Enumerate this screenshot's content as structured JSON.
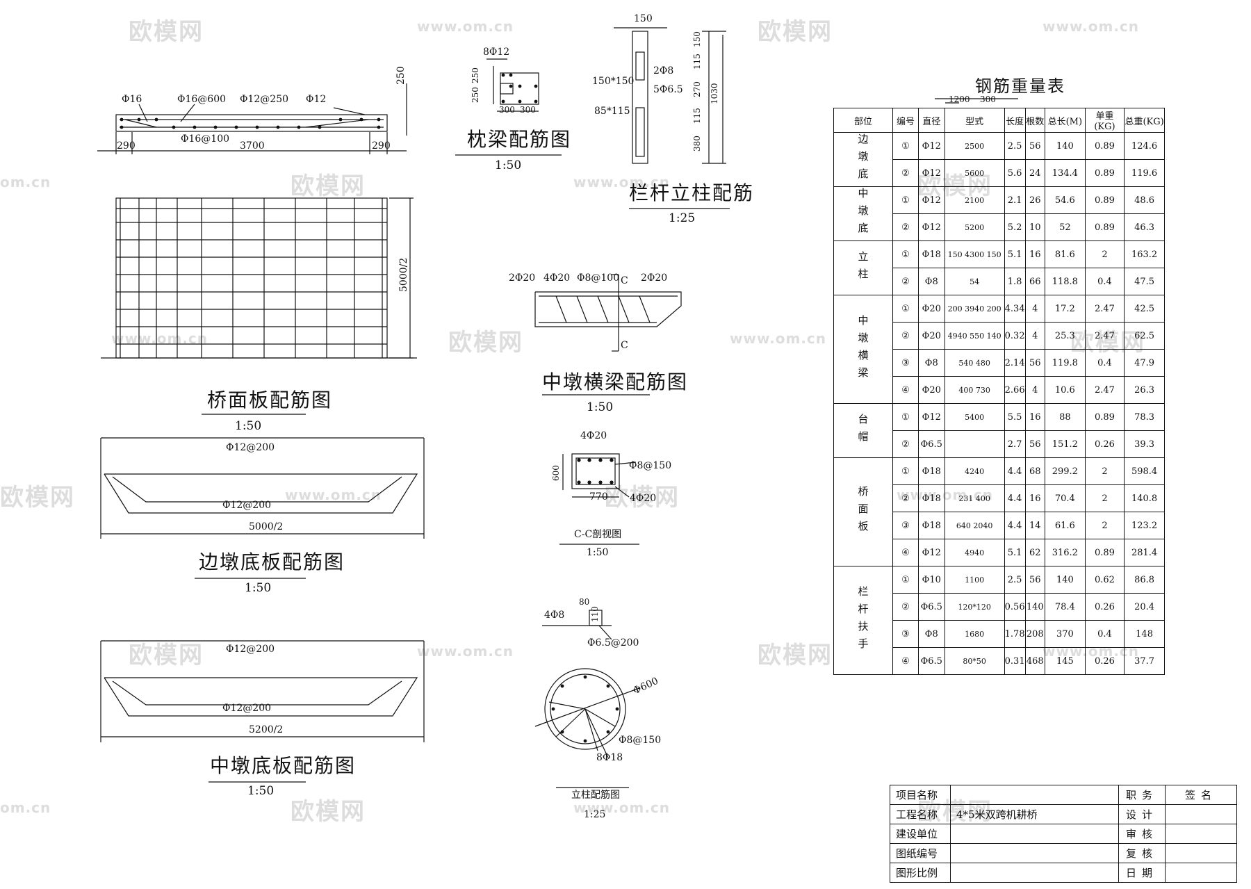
{
  "watermark": {
    "brand": "欧模网",
    "url": "www.om.cn",
    "url_short": "om.cn"
  },
  "drawings": {
    "deck_slab": {
      "title": "桥面板配筋图",
      "scale": "1:50",
      "labels": [
        "Φ16",
        "Φ16@600",
        "Φ12@250",
        "Φ12",
        "Φ16@100",
        "290",
        "3700",
        "290",
        "250",
        "5000/2"
      ]
    },
    "pillow_beam": {
      "title": "枕梁配筋图",
      "scale": "1:50",
      "labels": [
        "8Φ12",
        "250",
        "250",
        "300",
        "300"
      ]
    },
    "railing_post": {
      "title": "栏杆立柱配筋",
      "scale": "1:25",
      "labels": [
        "150",
        "2Φ8",
        "5Φ6.5",
        "150*150",
        "85*115",
        "150",
        "115",
        "270",
        "115",
        "380",
        "1030"
      ]
    },
    "middle_pier_beam": {
      "title": "中墩横梁配筋图",
      "scale": "1:50",
      "labels": [
        "2Φ20",
        "4Φ20",
        "Φ8@100",
        "C",
        "2Φ20",
        "C"
      ]
    },
    "section_cc": {
      "title": "C-C剖视图",
      "scale": "1:50",
      "labels": [
        "4Φ20",
        "Φ8@150",
        "600",
        "770",
        "4Φ20"
      ]
    },
    "handrail_detail": {
      "labels": [
        "4Φ8",
        "80",
        "110",
        "Φ6.5@200"
      ]
    },
    "column": {
      "title": "立柱配筋图",
      "scale": "1:25",
      "labels": [
        "Φ600",
        "Φ8@150",
        "8Φ18"
      ]
    },
    "side_pier_base": {
      "title": "边墩底板配筋图",
      "scale": "1:50",
      "labels": [
        "Φ12@200",
        "Φ12@200",
        "5000/2"
      ]
    },
    "middle_pier_base": {
      "title": "中墩底板配筋图",
      "scale": "1:50",
      "labels": [
        "Φ12@200",
        "Φ12@200",
        "5200/2"
      ]
    }
  },
  "rebar_table": {
    "title": "钢筋重量表",
    "top_dims": [
      "1200",
      "300"
    ],
    "headers": [
      "部位",
      "编号",
      "直径",
      "型式",
      "长度",
      "根数",
      "总长(M)",
      "单重(KG)",
      "总重(KG)"
    ],
    "groups": [
      {
        "part": "边墩底",
        "rows": [
          {
            "no": "①",
            "dia": "Φ12",
            "shape": "2500",
            "len": "2.5",
            "count": "56",
            "total_len": "140",
            "unit_wt": "0.89",
            "total_wt": "124.6"
          },
          {
            "no": "②",
            "dia": "Φ12",
            "shape": "5600",
            "len": "5.6",
            "count": "24",
            "total_len": "134.4",
            "unit_wt": "0.89",
            "total_wt": "119.6"
          }
        ]
      },
      {
        "part": "中墩底",
        "rows": [
          {
            "no": "①",
            "dia": "Φ12",
            "shape": "2100",
            "len": "2.1",
            "count": "26",
            "total_len": "54.6",
            "unit_wt": "0.89",
            "total_wt": "48.6"
          },
          {
            "no": "②",
            "dia": "Φ12",
            "shape": "5200",
            "len": "5.2",
            "count": "10",
            "total_len": "52",
            "unit_wt": "0.89",
            "total_wt": "46.3"
          }
        ]
      },
      {
        "part": "立柱",
        "rows": [
          {
            "no": "①",
            "dia": "Φ18",
            "shape": "150 4300 150",
            "len": "5.1",
            "count": "16",
            "total_len": "81.6",
            "unit_wt": "2",
            "total_wt": "163.2"
          },
          {
            "no": "②",
            "dia": "Φ8",
            "shape": "54",
            "len": "1.8",
            "count": "66",
            "total_len": "118.8",
            "unit_wt": "0.4",
            "total_wt": "47.5"
          }
        ]
      },
      {
        "part": "中墩横梁",
        "rows": [
          {
            "no": "①",
            "dia": "Φ20",
            "shape": "200 3940 200",
            "len": "4.34",
            "count": "4",
            "total_len": "17.2",
            "unit_wt": "2.47",
            "total_wt": "42.5"
          },
          {
            "no": "②",
            "dia": "Φ20",
            "shape": "4940 550 140",
            "len": "0.32",
            "count": "4",
            "total_len": "25.3",
            "unit_wt": "2.47",
            "total_wt": "62.5"
          },
          {
            "no": "③",
            "dia": "Φ8",
            "shape": "540 480",
            "len": "2.14",
            "count": "56",
            "total_len": "119.8",
            "unit_wt": "0.4",
            "total_wt": "47.9"
          },
          {
            "no": "④",
            "dia": "Φ20",
            "shape": "400 730",
            "len": "2.66",
            "count": "4",
            "total_len": "10.6",
            "unit_wt": "2.47",
            "total_wt": "26.3"
          }
        ]
      },
      {
        "part": "台帽",
        "rows": [
          {
            "no": "①",
            "dia": "Φ12",
            "shape": "5400",
            "len": "5.5",
            "count": "16",
            "total_len": "88",
            "unit_wt": "0.89",
            "total_wt": "78.3"
          },
          {
            "no": "②",
            "dia": "Φ6.5",
            "shape": "",
            "len": "2.7",
            "count": "56",
            "total_len": "151.2",
            "unit_wt": "0.26",
            "total_wt": "39.3"
          }
        ]
      },
      {
        "part": "桥面板",
        "rows": [
          {
            "no": "①",
            "dia": "Φ18",
            "shape": "4240",
            "len": "4.4",
            "count": "68",
            "total_len": "299.2",
            "unit_wt": "2",
            "total_wt": "598.4"
          },
          {
            "no": "②",
            "dia": "Φ18",
            "shape": "231 400",
            "len": "4.4",
            "count": "16",
            "total_len": "70.4",
            "unit_wt": "2",
            "total_wt": "140.8"
          },
          {
            "no": "③",
            "dia": "Φ18",
            "shape": "640 2040",
            "len": "4.4",
            "count": "14",
            "total_len": "61.6",
            "unit_wt": "2",
            "total_wt": "123.2"
          },
          {
            "no": "④",
            "dia": "Φ12",
            "shape": "4940",
            "len": "5.1",
            "count": "62",
            "total_len": "316.2",
            "unit_wt": "0.89",
            "total_wt": "281.4"
          }
        ]
      },
      {
        "part": "栏杆扶手",
        "rows": [
          {
            "no": "①",
            "dia": "Φ10",
            "shape": "1100",
            "len": "2.5",
            "count": "56",
            "total_len": "140",
            "unit_wt": "0.62",
            "total_wt": "86.8"
          },
          {
            "no": "②",
            "dia": "Φ6.5",
            "shape": "120*120",
            "len": "0.56",
            "count": "140",
            "total_len": "78.4",
            "unit_wt": "0.26",
            "total_wt": "20.4"
          },
          {
            "no": "③",
            "dia": "Φ8",
            "shape": "1680",
            "len": "1.78",
            "count": "208",
            "total_len": "370",
            "unit_wt": "0.4",
            "total_wt": "148"
          },
          {
            "no": "④",
            "dia": "Φ6.5",
            "shape": "80*50",
            "len": "0.31",
            "count": "468",
            "total_len": "145",
            "unit_wt": "0.26",
            "total_wt": "37.7"
          }
        ]
      }
    ]
  },
  "title_block": {
    "project_name_label": "项目名称",
    "engineering_name_label": "工程名称",
    "engineering_name": "4*5米双跨机耕桥",
    "owner_label": "建设单位",
    "drawing_no_label": "图纸编号",
    "scale_label": "图形比例",
    "role_header": "职务",
    "sign_header": "签名",
    "design_label": "设计",
    "review_label": "审核",
    "recheck_label": "复核",
    "date_label": "日期"
  }
}
